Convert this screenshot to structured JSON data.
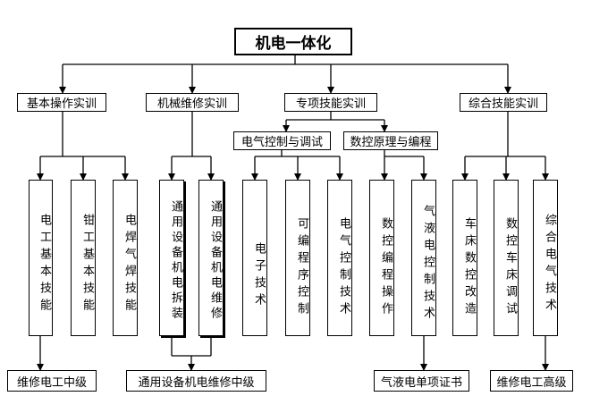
{
  "title": "机电一体化",
  "categories": {
    "basic": "基本操作实训",
    "mech": "机械维修实训",
    "special": "专项技能实训",
    "comp": "综合技能实训"
  },
  "subcategories": {
    "elec_ctrl": "电气控制与调试",
    "nc": "数控原理与编程"
  },
  "leaves": {
    "b1": "电工基本技能",
    "b2": "钳工基本技能",
    "b3": "电焊气焊技能",
    "m1": "通用设备机电拆装",
    "m2": "通用设备机电维修",
    "s1": "电子技术",
    "s2": "可编程序控制",
    "s3": "电气控制技术",
    "s4": "数控编程操作",
    "s5": "气液电控制技术",
    "c1": "车床数控改造",
    "c2": "数控车床调试",
    "c3": "综合电气技术"
  },
  "outcomes": {
    "o1": "维修电工中级",
    "o2": "通用设备机电维修中级",
    "o3": "气液电单项证书",
    "o4": "维修电工高级"
  }
}
